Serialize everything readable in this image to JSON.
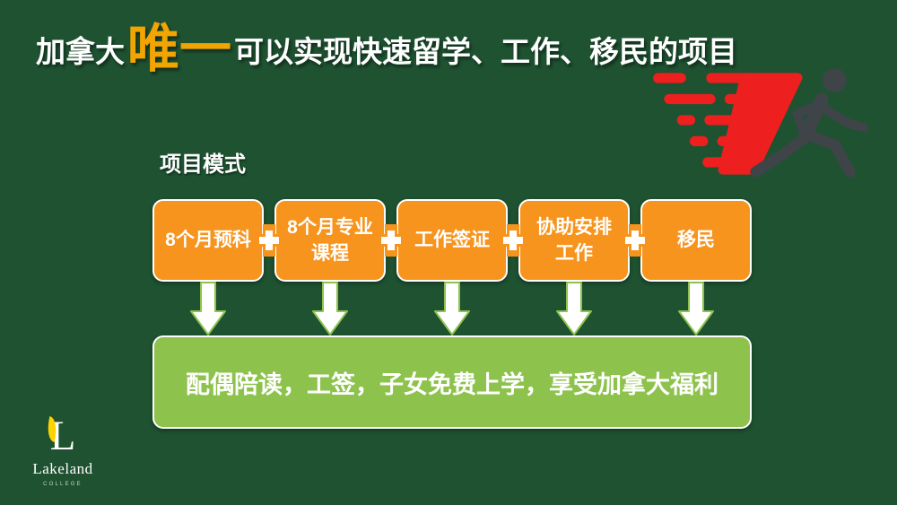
{
  "title": {
    "prefix": "加拿大",
    "highlight": "唯一",
    "suffix": "可以实现快速留学、工作、移民的项目"
  },
  "section_label": "项目模式",
  "flow_steps": [
    {
      "lines": [
        "8个月预科"
      ]
    },
    {
      "lines": [
        "8个月专业",
        "课程"
      ]
    },
    {
      "lines": [
        "工作签证"
      ]
    },
    {
      "lines": [
        "协助安排",
        "工作"
      ]
    },
    {
      "lines": [
        "移民"
      ]
    }
  ],
  "benefit": "配偶陪读，工签，子女免费上学，享受加拿大福利",
  "logo": {
    "monogram": "L",
    "name": "Lakeland",
    "subtitle": "COLLEGE"
  },
  "colors": {
    "background": "#1E5231",
    "step_orange": "#F7941E",
    "highlight_gold": "#F1A402",
    "benefit_green": "#8DC24C",
    "speed_red": "#EE1F1F",
    "runner_gray": "#3F4448",
    "text_white": "#FFFFFF",
    "logo_leaf_yellow": "#FFD200"
  },
  "icons": {
    "runner": "runner-icon",
    "plus_connector": "plus-icon",
    "down_arrow": "down-arrow-icon"
  }
}
